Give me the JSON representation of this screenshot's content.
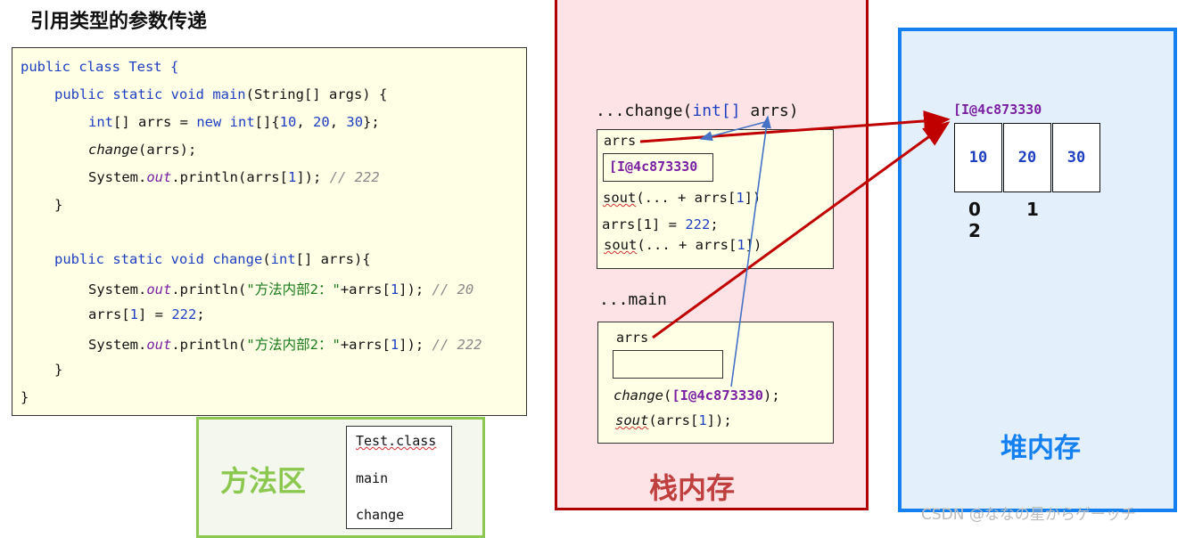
{
  "title": "引用类型的参数传递",
  "code": {
    "class_decl": "public class Test {",
    "main_decl": {
      "mods": "public static void ",
      "name": "main",
      "params": "(String[] args) {"
    },
    "arr_decl": {
      "t": "int",
      "a": "[] arrs = ",
      "new": "new",
      "b": " ",
      "t2": "int",
      "c": "[]{",
      "n1": "10",
      "s1": ", ",
      "n2": "20",
      "s2": ", ",
      "n3": "30",
      "d": "};"
    },
    "call": {
      "fn": "change",
      "rest": "(arrs);"
    },
    "print1": {
      "a": "System.",
      "out": "out",
      "b": ".println(arrs[",
      "idx": "1",
      "c": "]); ",
      "cm": "// 222"
    },
    "close1": "}",
    "change_decl": {
      "mods": "public static void ",
      "name": "change",
      "p1": "(",
      "t": "int",
      "p2": "[] arrs){"
    },
    "print2": {
      "a": "System.",
      "out": "out",
      "b": ".println(",
      "str": "\"方法内部2：\"",
      "c": "+arrs[",
      "idx": "1",
      "d": "]); ",
      "cm": "// 20"
    },
    "assign": {
      "a": "arrs[",
      "idx": "1",
      "b": "] = ",
      "val": "222",
      "c": ";"
    },
    "print3": {
      "a": "System.",
      "out": "out",
      "b": ".println(",
      "str": "\"方法内部2：\"",
      "c": "+arrs[",
      "idx": "1",
      "d": "]); ",
      "cm": "// 222"
    },
    "close2": "}",
    "close3": "}"
  },
  "method_area": {
    "title": "方法区",
    "items": [
      "Test.class",
      "main",
      "change"
    ]
  },
  "stack": {
    "title": "栈内存",
    "change_frame": {
      "header": {
        "a": "...change(",
        "t": "int[]",
        "b": " arrs)"
      },
      "var": "arrs",
      "addr": "[I@4c873330",
      "l1": {
        "sout": "sout",
        "a": "(... + arrs[",
        "idx": "1",
        "b": "])"
      },
      "l2": {
        "a": "arrs[1] = ",
        "val": "222",
        "b": ";"
      },
      "l3": {
        "sout": "sout",
        "a": "(... + arrs[",
        "idx": "1",
        "b": "])"
      }
    },
    "main_frame": {
      "header": "...main",
      "var": "arrs",
      "call": {
        "fn": "change",
        "p1": "(",
        "addr": "[I@4c873330",
        "p2": ");"
      },
      "print": {
        "sout": "sout",
        "a": "(arrs[",
        "idx": "1",
        "b": "]);"
      }
    }
  },
  "heap": {
    "title": "堆内存",
    "addr": "[I@4c873330",
    "values": [
      "10",
      "20",
      "30"
    ],
    "indices": [
      "0",
      "1",
      "2"
    ]
  },
  "colors": {
    "stack_border": "#b00000",
    "heap_border": "#1580f0",
    "method_border": "#8cc850",
    "red_arrow": "#c00000",
    "blue_arrow": "#4472c4"
  },
  "watermark": "CSDN @ななの星からゲーッチ"
}
